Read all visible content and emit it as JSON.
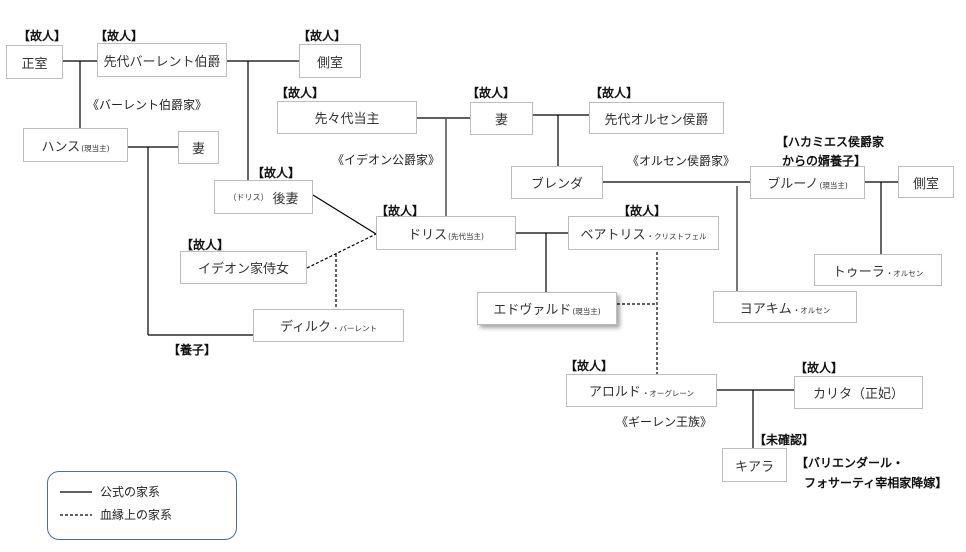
{
  "people": [
    {
      "id": "seishitsu",
      "name": "正室"
    },
    {
      "id": "barent-prev",
      "name": "先代バーレント伯爵"
    },
    {
      "id": "sokushitsu-1",
      "name": "側室"
    },
    {
      "id": "hans",
      "name": "ハンス",
      "suffix": "(現当主)"
    },
    {
      "id": "hans-wife",
      "name": "妻"
    },
    {
      "id": "gosai",
      "name": "後妻",
      "prefix": "（ドリス）"
    },
    {
      "id": "sensendai",
      "name": "先々代当主"
    },
    {
      "id": "wife-center",
      "name": "妻"
    },
    {
      "id": "olsen-prev",
      "name": "先代オルセン侯爵"
    },
    {
      "id": "brenda",
      "name": "ブレンダ"
    },
    {
      "id": "bruno",
      "name": "ブルーノ",
      "suffix": "(現当主)"
    },
    {
      "id": "sokushitsu-2",
      "name": "側室"
    },
    {
      "id": "doris",
      "name": "ドリス",
      "suffix": "(先代当主)"
    },
    {
      "id": "beatrice",
      "name": "ベアトリス",
      "suffix": "・クリストフェル"
    },
    {
      "id": "maid",
      "name": "イデオン家侍女"
    },
    {
      "id": "dirk",
      "name": "ディルク",
      "suffix": "・バーレント"
    },
    {
      "id": "edvard",
      "name": "エドヴァルド",
      "suffix": "(現当主)"
    },
    {
      "id": "joakim",
      "name": "ヨアキム",
      "suffix": "・オルセン"
    },
    {
      "id": "tula",
      "name": "トゥーラ",
      "suffix": "・オルセン"
    },
    {
      "id": "arold",
      "name": "アロルド",
      "suffix": "・オーグレーン"
    },
    {
      "id": "karita",
      "name": "カリタ（正妃）"
    },
    {
      "id": "kiara",
      "name": "キアラ"
    }
  ],
  "tags": [
    "【故人】",
    "【故人】",
    "【故人】",
    "【故人】",
    "【故人】",
    "【故人】",
    "【故人】",
    "【故人】",
    "【故人】",
    "【故人】",
    "【故人】",
    "【故人】",
    "【ハカミエス侯爵家",
    "からの婿養子】",
    "【養子】",
    "【未確認】",
    "【バリエンダール・",
    "フォサーティ宰相家降嫁】"
  ],
  "houses": [
    "《バーレント伯爵家》",
    "《イデオン公爵家》",
    "《オルセン侯爵家》",
    "《ギーレン王族》"
  ],
  "legend": {
    "official": "公式の家系",
    "blood": "血縁上の家系"
  },
  "colors": {
    "line": "#000000",
    "box_border": "#bdbdbd",
    "legend_border": "#4a6fa5"
  }
}
